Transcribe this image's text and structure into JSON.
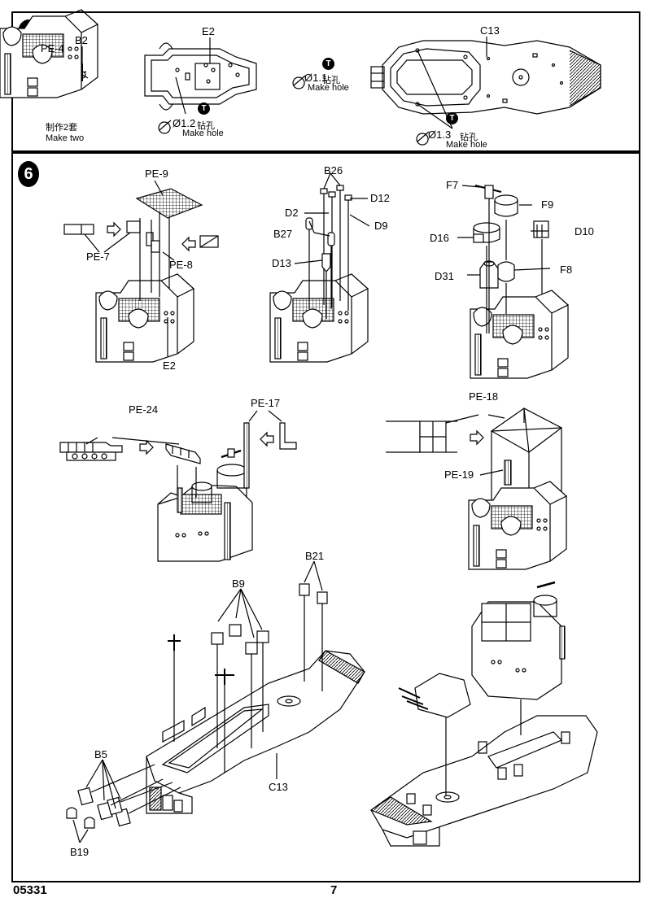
{
  "page": {
    "model_number": "05331",
    "page_number": "7"
  },
  "step5": {
    "number": "5",
    "part_pe4": "PE-4",
    "part_b2": "B2",
    "make_two_cn": "制作2套",
    "make_two_en": "Make two",
    "part_e2": "E2",
    "hole_e2_size": "Ø1.2",
    "hole_cn": "钻孔",
    "make_hole": "Make hole",
    "part_c13": "C13",
    "hole_c13_size_a": "Ø1.1",
    "hole_c13_size_b": "Ø1.3",
    "drill_symbol": "T"
  },
  "step6": {
    "number": "6",
    "sub_a": {
      "pe9": "PE-9",
      "pe7": "PE-7",
      "pe8": "PE-8",
      "e2": "E2"
    },
    "sub_b": {
      "b26": "B26",
      "d12": "D12",
      "d2": "D2",
      "d9": "D9",
      "b27": "B27",
      "d13": "D13"
    },
    "sub_c": {
      "f7": "F7",
      "f9": "F9",
      "d16": "D16",
      "d10": "D10",
      "d31": "D31",
      "f8": "F8"
    },
    "sub_d": {
      "pe24": "PE-24",
      "pe17": "PE-17"
    },
    "sub_e": {
      "pe18": "PE-18",
      "pe19": "PE-19"
    },
    "sub_f": {
      "b21": "B21",
      "b9": "B9",
      "b5": "B5",
      "c13": "C13",
      "b19": "B19"
    }
  }
}
